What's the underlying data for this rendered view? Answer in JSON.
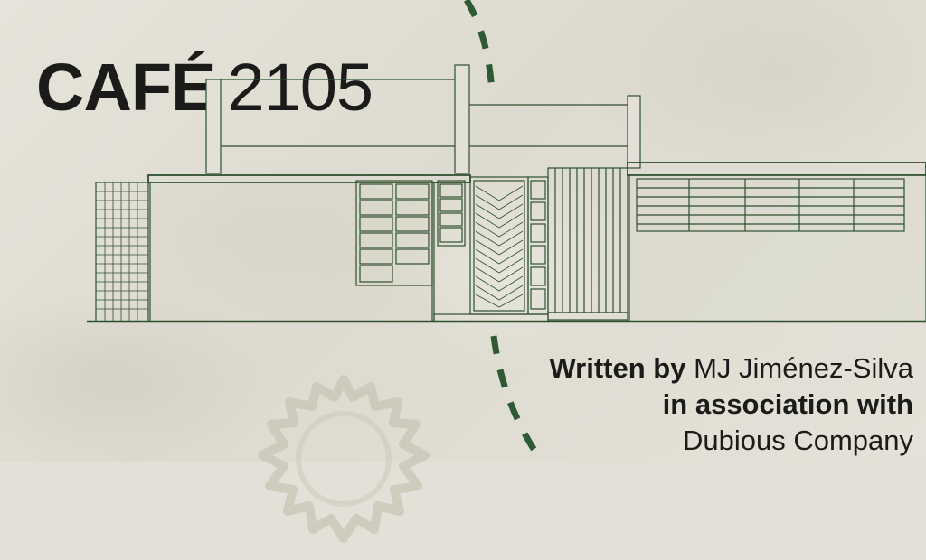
{
  "title": {
    "bold": "CAFÉ",
    "light": "2105"
  },
  "credits": {
    "written_by_label": "Written by",
    "author": "MJ Jiménez-Silva",
    "association_label": "in association with",
    "company": "Dubious Company"
  },
  "colors": {
    "line_green": "#2f4f2f",
    "dash_green": "#2d5a33",
    "text": "#1b1b1a",
    "paper": "#e3e1d7"
  }
}
